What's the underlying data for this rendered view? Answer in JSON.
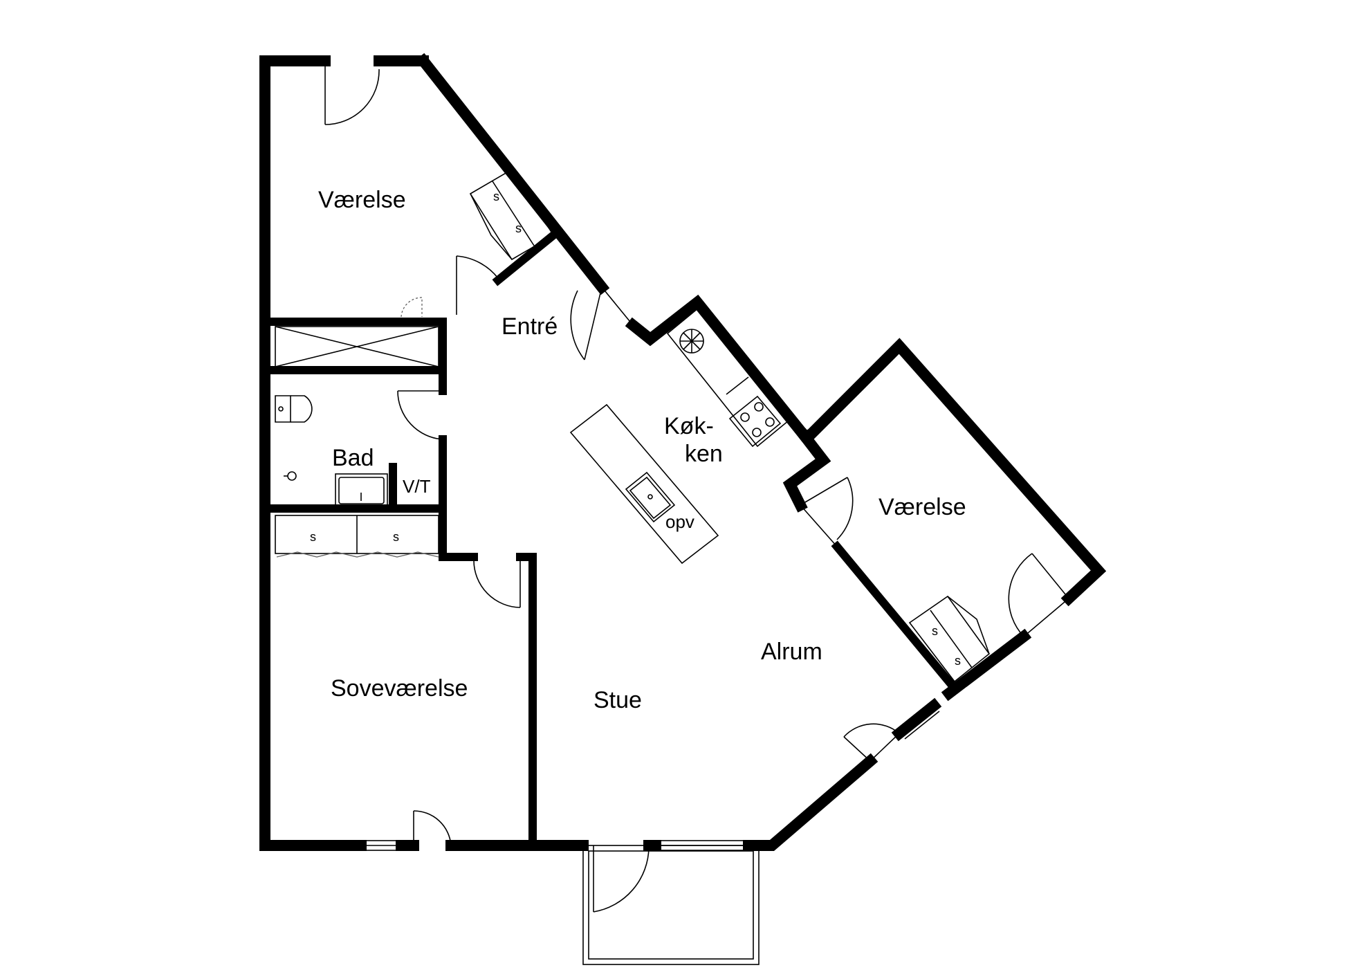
{
  "rooms": {
    "vaerelse_top": "Værelse",
    "entre": "Entré",
    "bad": "Bad",
    "vt": "V/T",
    "kokken_line1": "Køk-",
    "kokken_line2": "ken",
    "opv": "opv",
    "vaerelse_right": "Værelse",
    "alrum": "Alrum",
    "sovevaerelse": "Soveværelse",
    "stue": "Stue"
  },
  "storage_label": "s"
}
